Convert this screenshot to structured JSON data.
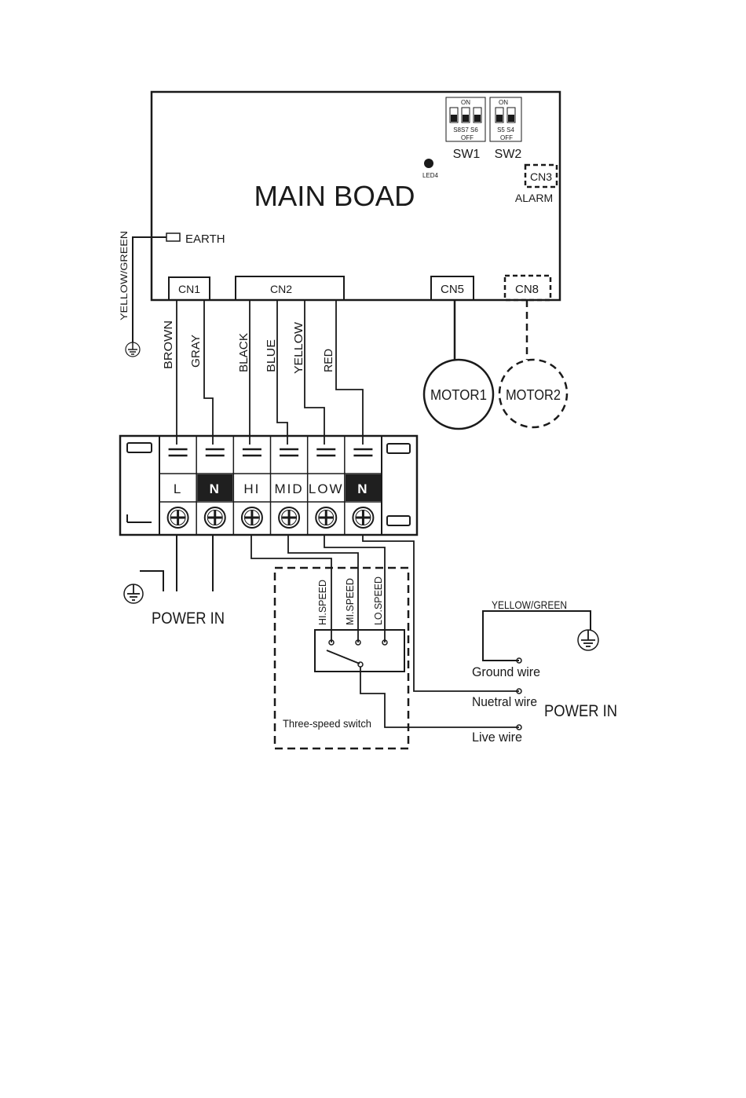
{
  "board": {
    "title": "MAIN BOAD",
    "earth_label": "EARTH",
    "earth_wire_color": "YELLOW/GREEN",
    "led_label": "LED4",
    "sw1": {
      "on": "ON",
      "off": "OFF",
      "switches": "S8S7 S6",
      "name": "SW1"
    },
    "sw2": {
      "on": "ON",
      "off": "OFF",
      "switches": "S5 S4",
      "name": "SW2"
    },
    "cn3": {
      "label": "CN3",
      "function": "ALARM"
    },
    "connectors": {
      "cn1": "CN1",
      "cn2": "CN2",
      "cn5": "CN5",
      "cn8": "CN8"
    }
  },
  "wires": [
    "BROWN",
    "GRAY",
    "BLACK",
    "BLUE",
    "YELLOW",
    "RED"
  ],
  "motors": {
    "motor1": "MOTOR1",
    "motor2": "MOTOR2"
  },
  "terminal_block": {
    "terminals": [
      {
        "label": "L",
        "dark": false
      },
      {
        "label": "N",
        "dark": true
      },
      {
        "label": "HI",
        "dark": false
      },
      {
        "label": "MID",
        "dark": false
      },
      {
        "label": "LOW",
        "dark": false
      },
      {
        "label": "N",
        "dark": true
      }
    ]
  },
  "power_in_left": "POWER IN",
  "speed_switch": {
    "caption": "Three-speed switch",
    "positions": [
      "HI.SPEED",
      "MI.SPEED",
      "LO.SPEED"
    ]
  },
  "supply": {
    "ground_color": "YELLOW/GREEN",
    "ground": "Ground wire",
    "neutral": "Nuetral wire",
    "live": "Live wire",
    "power_in": "POWER IN"
  },
  "colors": {
    "line": "#1a1a1a",
    "dark_fill": "#1f1f1f",
    "background": "#ffffff"
  }
}
